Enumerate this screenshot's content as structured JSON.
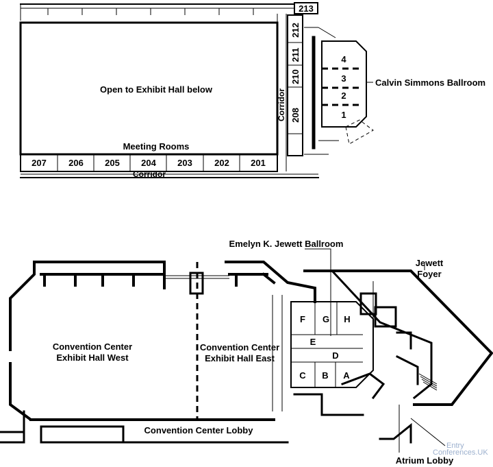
{
  "upper_level": {
    "exhibit_hall_opening": "Open to Exhibit Hall below",
    "meeting_rooms_title": "Meeting Rooms",
    "corridor_bottom": "Corridor",
    "corridor_side": "Corridor",
    "bottom_rooms": [
      "207",
      "206",
      "205",
      "204",
      "203",
      "202",
      "201"
    ],
    "side_rooms": [
      "213",
      "212",
      "211",
      "210",
      "208"
    ],
    "ballroom_sections": [
      "4",
      "3",
      "2",
      "1"
    ],
    "ballroom_name": "Calvin Simmons Ballroom"
  },
  "lower_level": {
    "jewett_ballroom": "Emelyn K. Jewett Ballroom",
    "jewett_foyer_line1": "Jewett",
    "jewett_foyer_line2": "Foyer",
    "hall_west_line1": "Convention Center",
    "hall_west_line2": "Exhibit Hall West",
    "hall_east_line1": "Convention Center",
    "hall_east_line2": "Exhibit Hall East",
    "lobby": "Convention Center Lobby",
    "atrium_lobby": "Atrium Lobby",
    "ballroom_sections": [
      "F",
      "G",
      "H",
      "E",
      "D",
      "C",
      "B",
      "A"
    ]
  },
  "watermark": {
    "line1": "Entry",
    "line2": "Conferences.UK"
  }
}
